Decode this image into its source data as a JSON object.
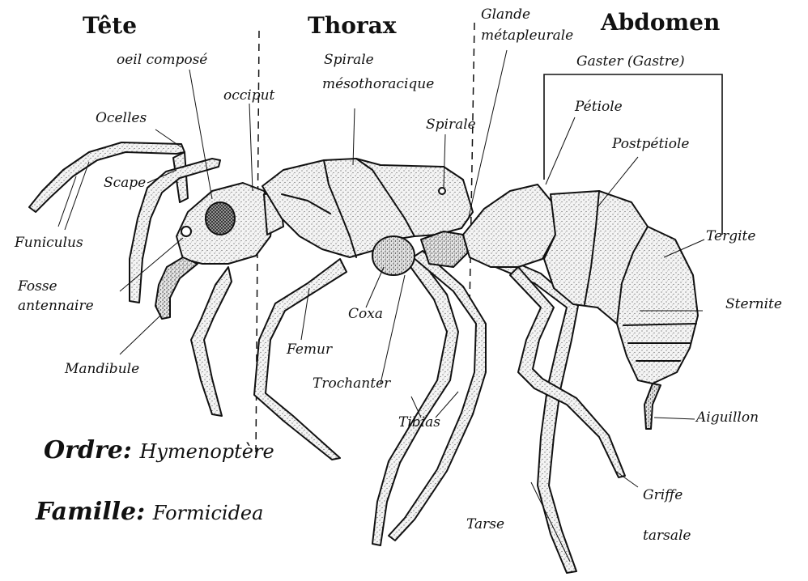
{
  "sections": {
    "head": "Tête",
    "thorax": "Thorax",
    "abdomen": "Abdomen"
  },
  "labels": {
    "oeil_compose": "oeil composé",
    "occiput": "occiput",
    "ocelles": "Ocelles",
    "scape": "Scape",
    "funiculus": "Funiculus",
    "fosse_antennaire_1": "Fosse",
    "fosse_antennaire_2": "antennaire",
    "mandibule": "Mandibule",
    "spirale_meso_1": "Spirale",
    "spirale_meso_2": "mésothoracique",
    "spirale": "Spirale",
    "glande_1": "Glande",
    "glande_2": "métapleurale",
    "gaster": "Gaster (Gastre)",
    "petiole": "Pétiole",
    "postpetiole": "Postpétiole",
    "tergite": "Tergite",
    "sternite": "Sternite",
    "aiguillon": "Aiguillon",
    "coxa": "Coxa",
    "femur": "Femur",
    "trochanter": "Trochanter",
    "tibias": "Tibias",
    "tarse": "Tarse",
    "griffe_1": "Griffe",
    "griffe_2": "tarsale"
  },
  "classification": {
    "ordre_label": "Ordre:",
    "ordre_value": "Hymenoptère",
    "famille_label": "Famille:",
    "famille_value": "Formicidea"
  },
  "colors": {
    "ink": "#111111",
    "body_fill": "#e9e9e9",
    "paper": "#ffffff"
  }
}
